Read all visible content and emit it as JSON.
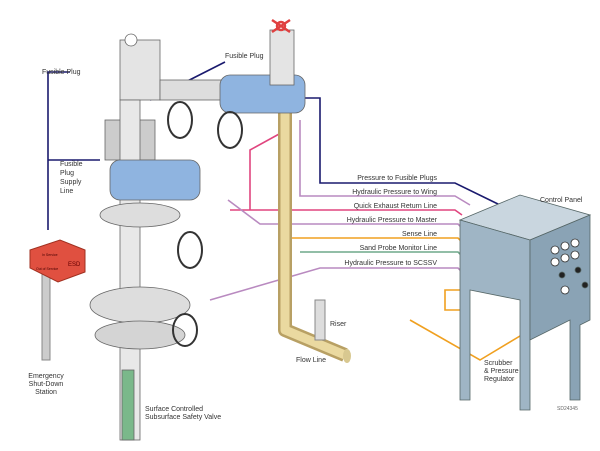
{
  "labels": {
    "fusible_plug_left": "Fusible Plug",
    "fusible_plug_right": "Fusible Plug",
    "supply_line": [
      "Fusible",
      "Plug",
      "Supply",
      "Line"
    ],
    "esd_station": [
      "Emergency",
      "Shut-Down",
      "Station"
    ],
    "esd_box": {
      "tag": "ESD",
      "in_service": "In Service",
      "out_of_service": "Out of Service"
    },
    "scssv": [
      "Surface Controlled",
      "Subsurface Safety Valve"
    ],
    "flow_line": "Flow Line",
    "riser": "Riser",
    "control_panel": "Control Panel",
    "scrubber": [
      "Scrubber",
      "& Pressure",
      "Regulator"
    ],
    "drawing_id": "SD24345"
  },
  "lines": [
    {
      "label": "Pressure to Fusible Plugs",
      "color": "#1a1a6e"
    },
    {
      "label": "Hydraulic Pressure to Wing",
      "color": "#b98ac0"
    },
    {
      "label": "Quick Exhaust Return Line",
      "color": "#e0457f"
    },
    {
      "label": "Hydraulic Pressure to Master",
      "color": "#b98ac0"
    },
    {
      "label": "Sense Line",
      "color": "#f0a020"
    },
    {
      "label": "Sand Probe Monitor Line",
      "color": "#6fa88a"
    },
    {
      "label": "Hydraulic Pressure to SCSSV",
      "color": "#b98ac0"
    }
  ]
}
